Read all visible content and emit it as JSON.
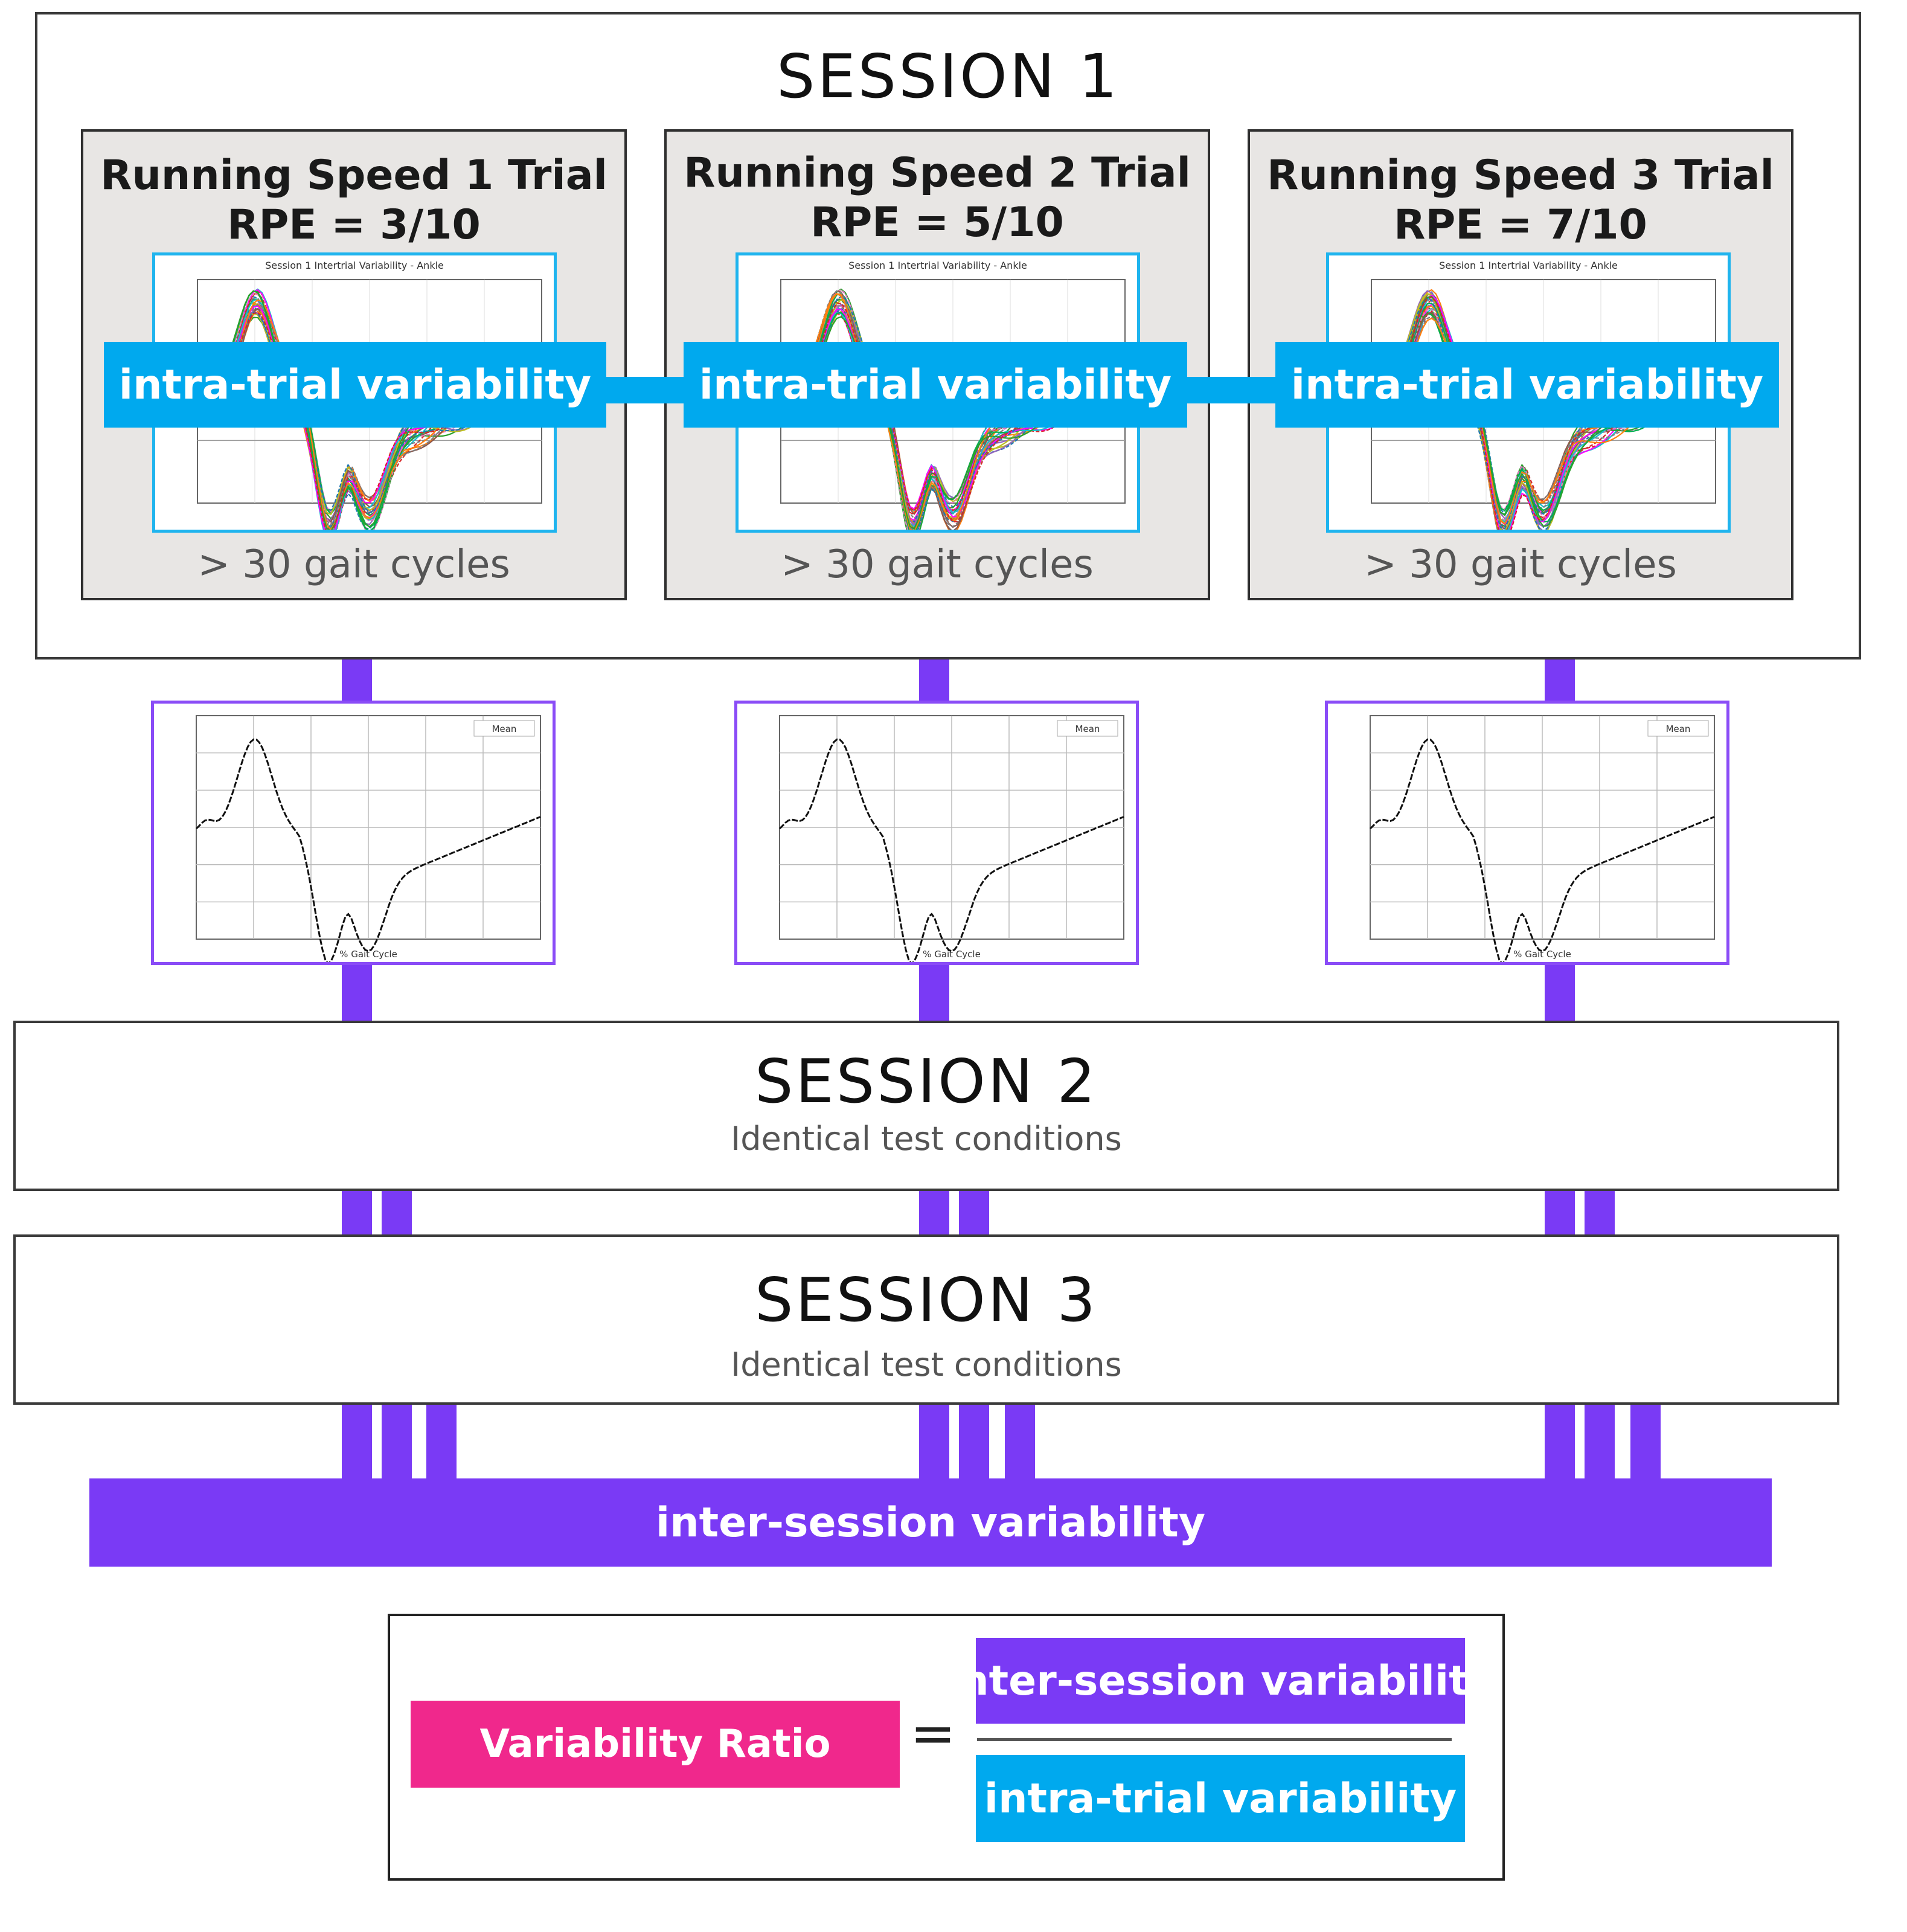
{
  "session1": {
    "title": "SESSION 1"
  },
  "trials": [
    {
      "title": "Running Speed 1 Trial",
      "rpe": "RPE = 3/10",
      "cycles": "> 30 gait cycles",
      "plot_title": "Session 1 Intertrial Variability - Ankle"
    },
    {
      "title": "Running Speed 2 Trial",
      "rpe": "RPE = 5/10",
      "cycles": "> 30 gait cycles",
      "plot_title": "Session 1 Intertrial Variability - Ankle"
    },
    {
      "title": "Running Speed 3 Trial",
      "rpe": "RPE = 7/10",
      "cycles": "> 30 gait cycles",
      "plot_title": "Session 1 Intertrial Variability - Ankle"
    }
  ],
  "intra_label": "intra-trial variability",
  "mean_plot": {
    "legend": "Mean",
    "xlabel": "% Gait Cycle"
  },
  "session2": {
    "title": "SESSION 2",
    "subtitle": "Identical test conditions"
  },
  "session3": {
    "title": "SESSION 3",
    "subtitle": "Identical test conditions"
  },
  "inter_label": "inter-session variability",
  "formula": {
    "ratio_label": "Variability Ratio",
    "equals": "=",
    "numerator": "inter-session variability",
    "denominator": "intra-trial variability"
  },
  "colors": {
    "cyan": "#00a9ee",
    "purple": "#7a3af5",
    "pink": "#f0288c",
    "trial_fill": "#e8e6e4"
  }
}
